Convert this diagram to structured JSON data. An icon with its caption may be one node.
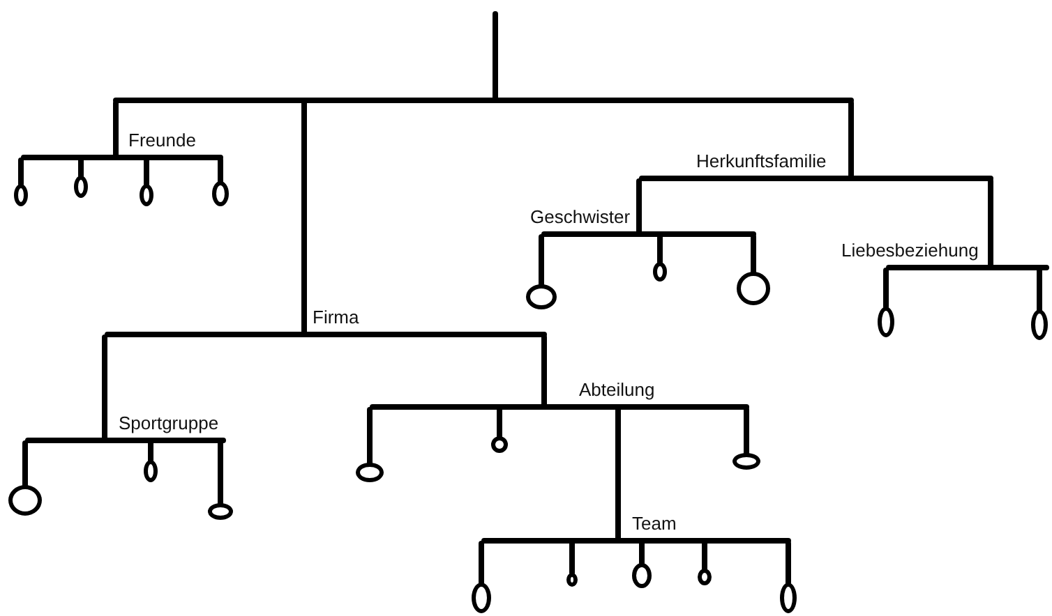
{
  "diagram": {
    "nodes": [
      {
        "text": [],
        "shape": "bar"
      },
      {
        "text": [
          "Freunde"
        ]
      },
      {
        "text": [],
        "shape": "circle"
      },
      {
        "text": [],
        "shape": "circle"
      },
      {
        "text": [],
        "shape": "circle"
      },
      {
        "text": [],
        "shape": "circle"
      },
      {
        "text": [
          "Herkunftsfamilie"
        ]
      },
      {
        "text": [
          "Geschwister"
        ]
      },
      {
        "text": [],
        "shape": "circle"
      },
      {
        "text": [],
        "shape": "circle"
      },
      {
        "text": [],
        "shape": "circle"
      },
      {
        "text": [
          "Liebesbeziehung"
        ]
      },
      {
        "text": [],
        "shape": "circle"
      },
      {
        "text": [],
        "shape": "circle"
      },
      {
        "text": [
          "Firma"
        ]
      },
      {
        "text": [
          "Sportgruppe"
        ]
      },
      {
        "text": [],
        "shape": "circle"
      },
      {
        "text": [],
        "shape": "circle"
      },
      {
        "text": [],
        "shape": "circle"
      },
      {
        "text": [
          "Abteilung"
        ]
      },
      {
        "text": [],
        "shape": "circle"
      },
      {
        "text": [],
        "shape": "circle"
      },
      {
        "text": [],
        "shape": "circle"
      },
      {
        "text": [
          "Team"
        ]
      },
      {
        "text": [],
        "shape": "circle"
      },
      {
        "text": [],
        "shape": "circle"
      },
      {
        "text": [],
        "shape": "circle"
      },
      {
        "text": [],
        "shape": "circle"
      },
      {
        "text": [],
        "shape": "circle"
      }
    ],
    "edges": [
      {
        "from": null,
        "to": 0,
        "arrow": "none"
      },
      {
        "from": 0,
        "to": 1,
        "arrow": "none"
      },
      {
        "from": 0,
        "to": 6,
        "arrow": "none"
      },
      {
        "from": 0,
        "to": 14,
        "arrow": "none"
      },
      {
        "from": 1,
        "to": 2,
        "arrow": "none"
      },
      {
        "from": 1,
        "to": 3,
        "arrow": "none"
      },
      {
        "from": 1,
        "to": 4,
        "arrow": "none"
      },
      {
        "from": 1,
        "to": 5,
        "arrow": "none"
      },
      {
        "from": 6,
        "to": 7,
        "arrow": "none"
      },
      {
        "from": 6,
        "to": 11,
        "arrow": "none"
      },
      {
        "from": 7,
        "to": 8,
        "arrow": "none"
      },
      {
        "from": 7,
        "to": 9,
        "arrow": "none"
      },
      {
        "from": 7,
        "to": 10,
        "arrow": "none"
      },
      {
        "from": 11,
        "to": 12,
        "arrow": "none"
      },
      {
        "from": 11,
        "to": 13,
        "arrow": "none"
      },
      {
        "from": 14,
        "to": 15,
        "arrow": "none"
      },
      {
        "from": 14,
        "to": 19,
        "arrow": "none"
      },
      {
        "from": 15,
        "to": 16,
        "arrow": "none"
      },
      {
        "from": 15,
        "to": 17,
        "arrow": "none"
      },
      {
        "from": 15,
        "to": 18,
        "arrow": "none"
      },
      {
        "from": 19,
        "to": 20,
        "arrow": "none"
      },
      {
        "from": 19,
        "to": 21,
        "arrow": "none"
      },
      {
        "from": 19,
        "to": 22,
        "arrow": "none"
      },
      {
        "from": 19,
        "to": 23,
        "arrow": "none"
      },
      {
        "from": 23,
        "to": 24,
        "arrow": "none"
      },
      {
        "from": 23,
        "to": 25,
        "arrow": "none"
      },
      {
        "from": 23,
        "to": 26,
        "arrow": "none"
      },
      {
        "from": 23,
        "to": 27,
        "arrow": "none"
      },
      {
        "from": 23,
        "to": 28,
        "arrow": "none"
      }
    ]
  }
}
